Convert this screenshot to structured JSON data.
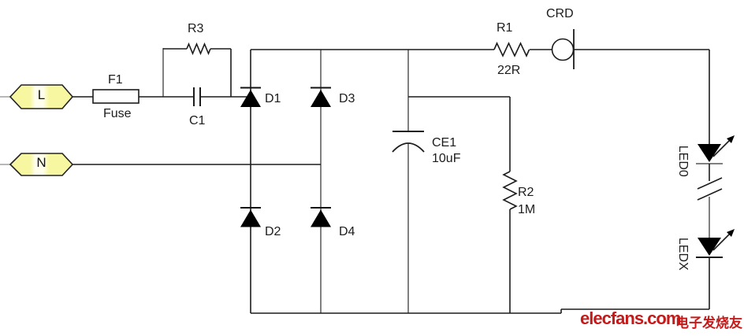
{
  "diagram_type": "circuit-schematic",
  "colors": {
    "background": "#ffffff",
    "wire_black": "#1c1c1c",
    "wire_gray": "#808080",
    "terminal_fill": "#f7f7a2",
    "terminal_stripe": "#ffffec",
    "symbol_fill": "#000000",
    "watermark_red": "#c41a1a"
  },
  "terminals": {
    "live": "L",
    "neutral": "N"
  },
  "fuse": {
    "ref": "F1",
    "value": "Fuse"
  },
  "resistors": {
    "r3": {
      "ref": "R3"
    },
    "r1": {
      "ref": "R1",
      "value": "22R"
    },
    "r2": {
      "ref": "R2",
      "value": "1M"
    }
  },
  "capacitors": {
    "c1": {
      "ref": "C1"
    },
    "ce1": {
      "ref": "CE1",
      "value": "10uF"
    }
  },
  "diodes": {
    "d1": "D1",
    "d2": "D2",
    "d3": "D3",
    "d4": "D4"
  },
  "crd": {
    "ref": "CRD"
  },
  "leds": {
    "led0": "LED0",
    "ledx": "LEDX"
  },
  "watermark": {
    "brand": "elecfans.com",
    "chinese": "电子发烧友"
  }
}
